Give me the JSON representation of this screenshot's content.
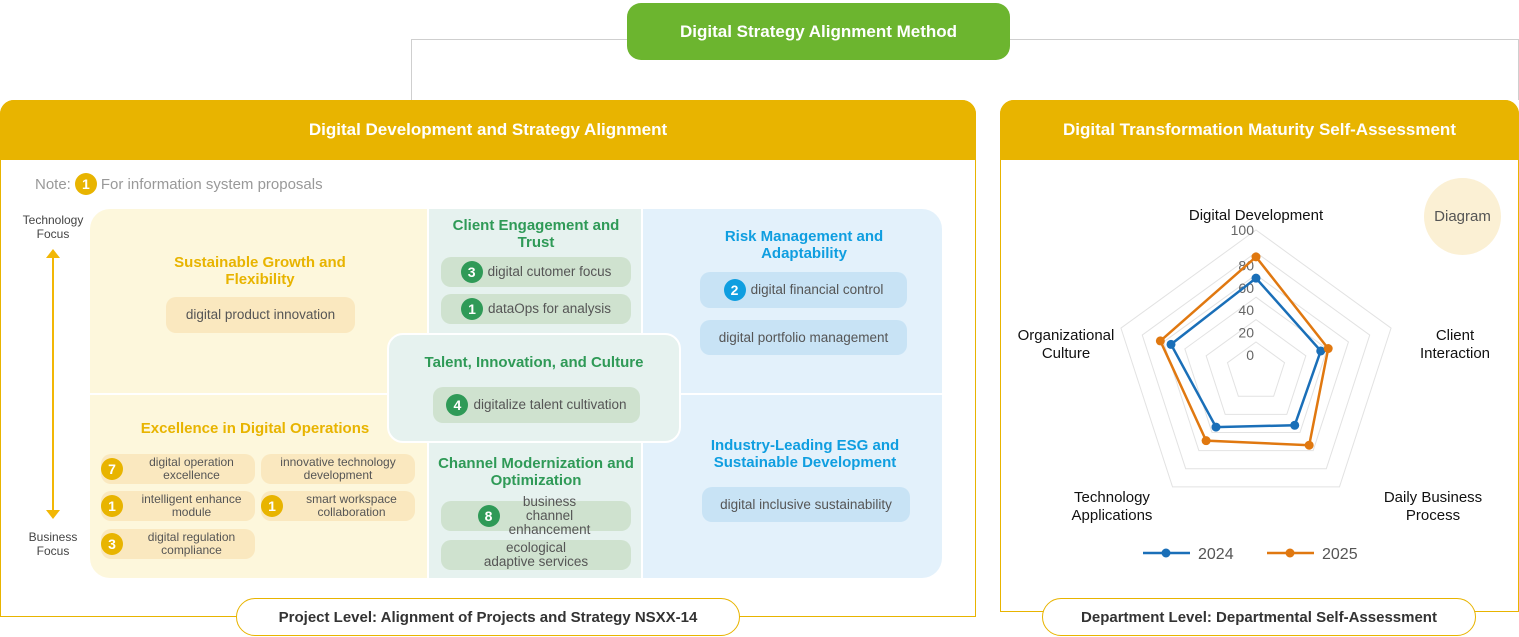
{
  "title": "Digital Strategy Alignment Method",
  "left_panel": {
    "header": "Digital Development and Strategy Alignment",
    "note": {
      "prefix": "Note:",
      "badge": "1",
      "text": "For information system proposals"
    },
    "axis": {
      "top": "Technology Focus",
      "bottom": "Business Focus"
    },
    "quadrants": {
      "sustainable": {
        "title": "Sustainable Growth and Flexibility",
        "items": [
          {
            "label": "digital product innovation"
          }
        ]
      },
      "client": {
        "title": "Client Engagement and Trust",
        "items": [
          {
            "badge": "3",
            "label": "digital cutomer focus"
          },
          {
            "badge": "1",
            "label": "dataOps for analysis"
          }
        ]
      },
      "risk": {
        "title": "Risk Management and Adaptability",
        "items": [
          {
            "badge": "2",
            "label": "digital financial control"
          },
          {
            "label": "digital portfolio management"
          }
        ]
      },
      "talent": {
        "title": "Talent, Innovation, and Culture",
        "items": [
          {
            "badge": "4",
            "label": "digitalize talent cultivation"
          }
        ]
      },
      "operations": {
        "title": "Excellence in Digital Operations",
        "items": [
          {
            "badge": "7",
            "label": "digital operation excellence"
          },
          {
            "label": "innovative technology development"
          },
          {
            "badge": "1",
            "label": "intelligent enhance module"
          },
          {
            "badge": "1",
            "label": "smart workspace collaboration"
          },
          {
            "badge": "3",
            "label": "digital regulation compliance"
          }
        ]
      },
      "channel": {
        "title": "Channel Modernization and Optimization",
        "items": [
          {
            "badge": "8",
            "label": "business channel enhancement"
          },
          {
            "label": "ecological adaptive services"
          }
        ]
      },
      "esg": {
        "title": "Industry-Leading ESG and Sustainable Development",
        "items": [
          {
            "label": "digital inclusive sustainability"
          }
        ]
      }
    },
    "footer": "Project Level: Alignment of Projects and Strategy NSXX-14"
  },
  "right_panel": {
    "header": "Digital Transformation Maturity Self-Assessment",
    "badge": "Diagram",
    "footer": "Department Level: Departmental Self-Assessment"
  },
  "chart_data": {
    "type": "radar",
    "axes": [
      "Digital Development",
      "Client Interaction",
      "Daily Business Process",
      "Technology Applications",
      "Organizational Culture"
    ],
    "ticks": [
      "0",
      "20",
      "40",
      "60",
      "80",
      "100"
    ],
    "range": [
      0,
      100
    ],
    "series": [
      {
        "name": "2024",
        "color": "#1a6fb8",
        "values": [
          57,
          34,
          32,
          34,
          53
        ]
      },
      {
        "name": "2025",
        "color": "#e07810",
        "values": [
          76,
          41,
          54,
          49,
          63
        ]
      }
    ],
    "legend": "bottom"
  }
}
